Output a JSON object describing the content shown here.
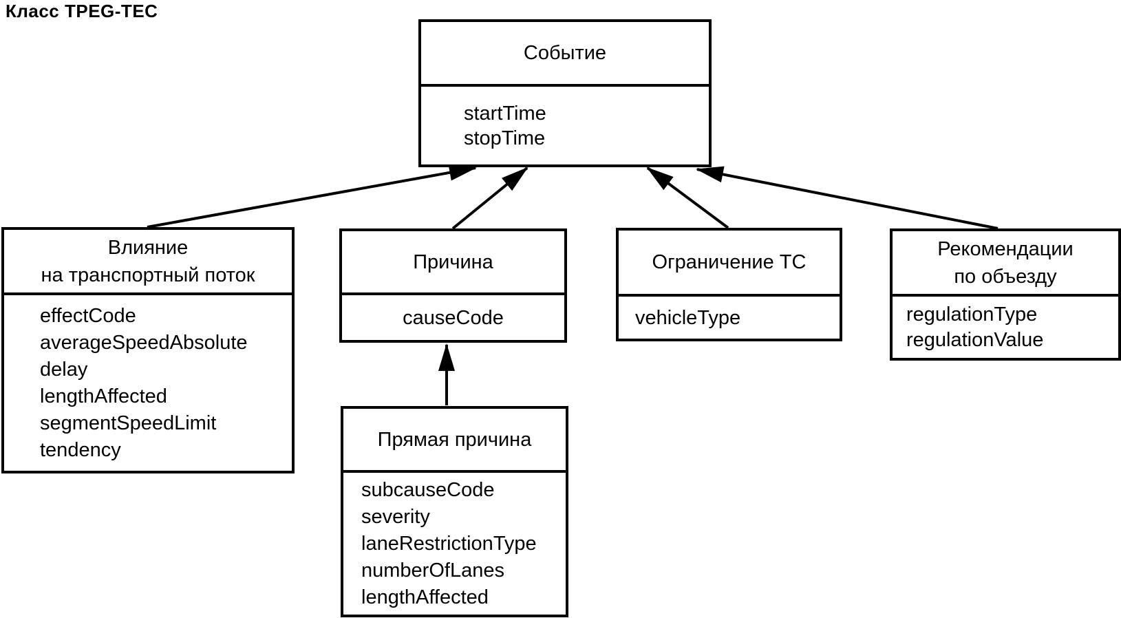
{
  "title": "Класс TPEG-TEC",
  "colors": {
    "line": "#000000",
    "background": "#ffffff",
    "text": "#000000"
  },
  "diagram_type": "uml-class-diagram",
  "classes": {
    "event": {
      "name": "Событие",
      "attributes": [
        "startTime",
        "stopTime"
      ]
    },
    "influence": {
      "name_lines": [
        "Влияние",
        "на транспортный поток"
      ],
      "attributes": [
        "effectCode",
        "averageSpeedAbsolute",
        "delay",
        "lengthAffected",
        "segmentSpeedLimit",
        "tendency"
      ]
    },
    "cause": {
      "name": "Причина",
      "attributes": [
        "causeCode"
      ]
    },
    "vehicle_restriction": {
      "name": "Ограничение ТС",
      "attributes": [
        "vehicleType"
      ]
    },
    "detour_recommendations": {
      "name_lines": [
        "Рекомендации",
        "по объезду"
      ],
      "attributes": [
        "regulationType",
        "regulationValue"
      ]
    },
    "direct_cause": {
      "name": "Прямая причина",
      "attributes": [
        "subcauseCode",
        "severity",
        "laneRestrictionType",
        "numberOfLanes",
        "lengthAffected"
      ]
    }
  },
  "relationships": [
    {
      "from": "influence",
      "to": "event",
      "type": "arrow"
    },
    {
      "from": "cause",
      "to": "event",
      "type": "arrow"
    },
    {
      "from": "vehicle_restriction",
      "to": "event",
      "type": "arrow"
    },
    {
      "from": "detour_recommendations",
      "to": "event",
      "type": "arrow"
    },
    {
      "from": "direct_cause",
      "to": "cause",
      "type": "arrow"
    }
  ]
}
